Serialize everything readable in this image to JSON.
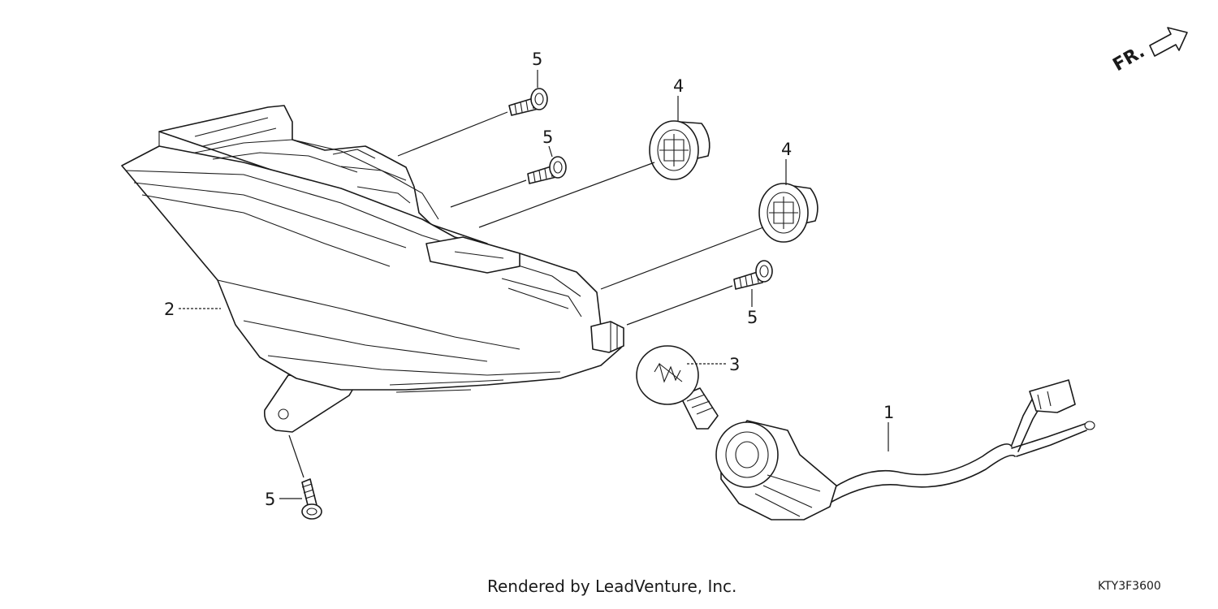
{
  "diagram": {
    "direction_label": "FR.",
    "callouts": {
      "screw_top_a": "5",
      "screw_top_b": "5",
      "screw_right": "5",
      "screw_bottom": "5",
      "grommet_upper": "4",
      "grommet_lower": "4",
      "bulb": "3",
      "lamp_unit": "2",
      "socket_harness": "1"
    }
  },
  "footer": {
    "credit": "Rendered by LeadVenture, Inc.",
    "drawing_code": "KTY3F3600"
  }
}
